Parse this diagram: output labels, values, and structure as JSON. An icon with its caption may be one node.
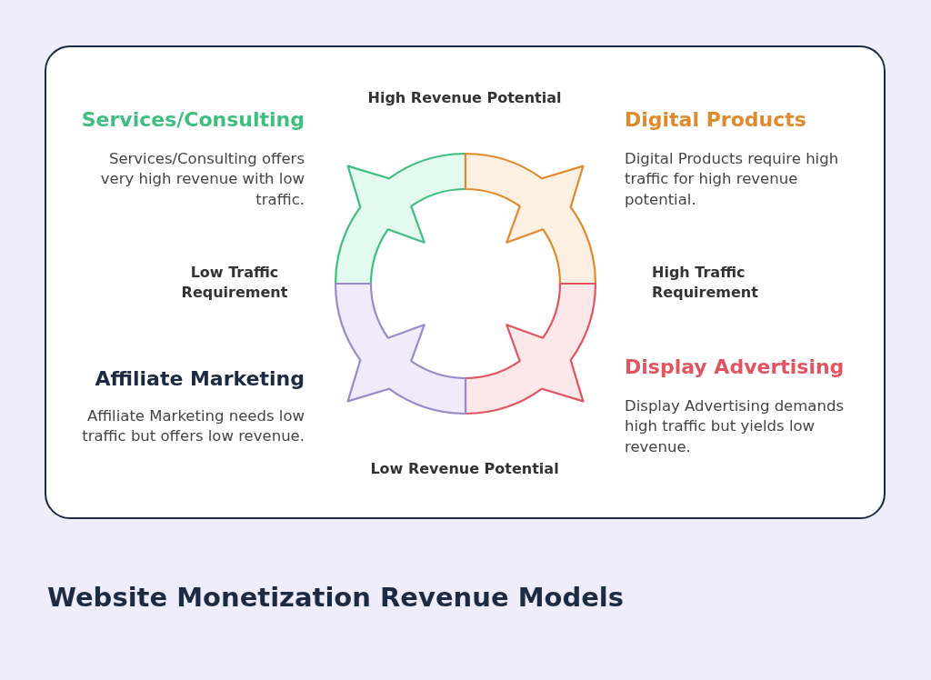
{
  "diagram": {
    "title": "Website Monetization Revenue Models",
    "labels": [
      "High Revenue Potential",
      "Services/Consulting",
      "Services/Consulting offers very high revenue with low traffic.",
      "Digital Products",
      "Digital Products require high traffic for high revenue potential.",
      "Low Traffic Requirement",
      "High Traffic Requirement",
      "Affiliate Marketing",
      "Affiliate Marketing needs low traffic but offers low revenue.",
      "Display Advertising",
      "Display Advertising demands high traffic but yields low revenue.",
      "Low Revenue Potential"
    ]
  }
}
